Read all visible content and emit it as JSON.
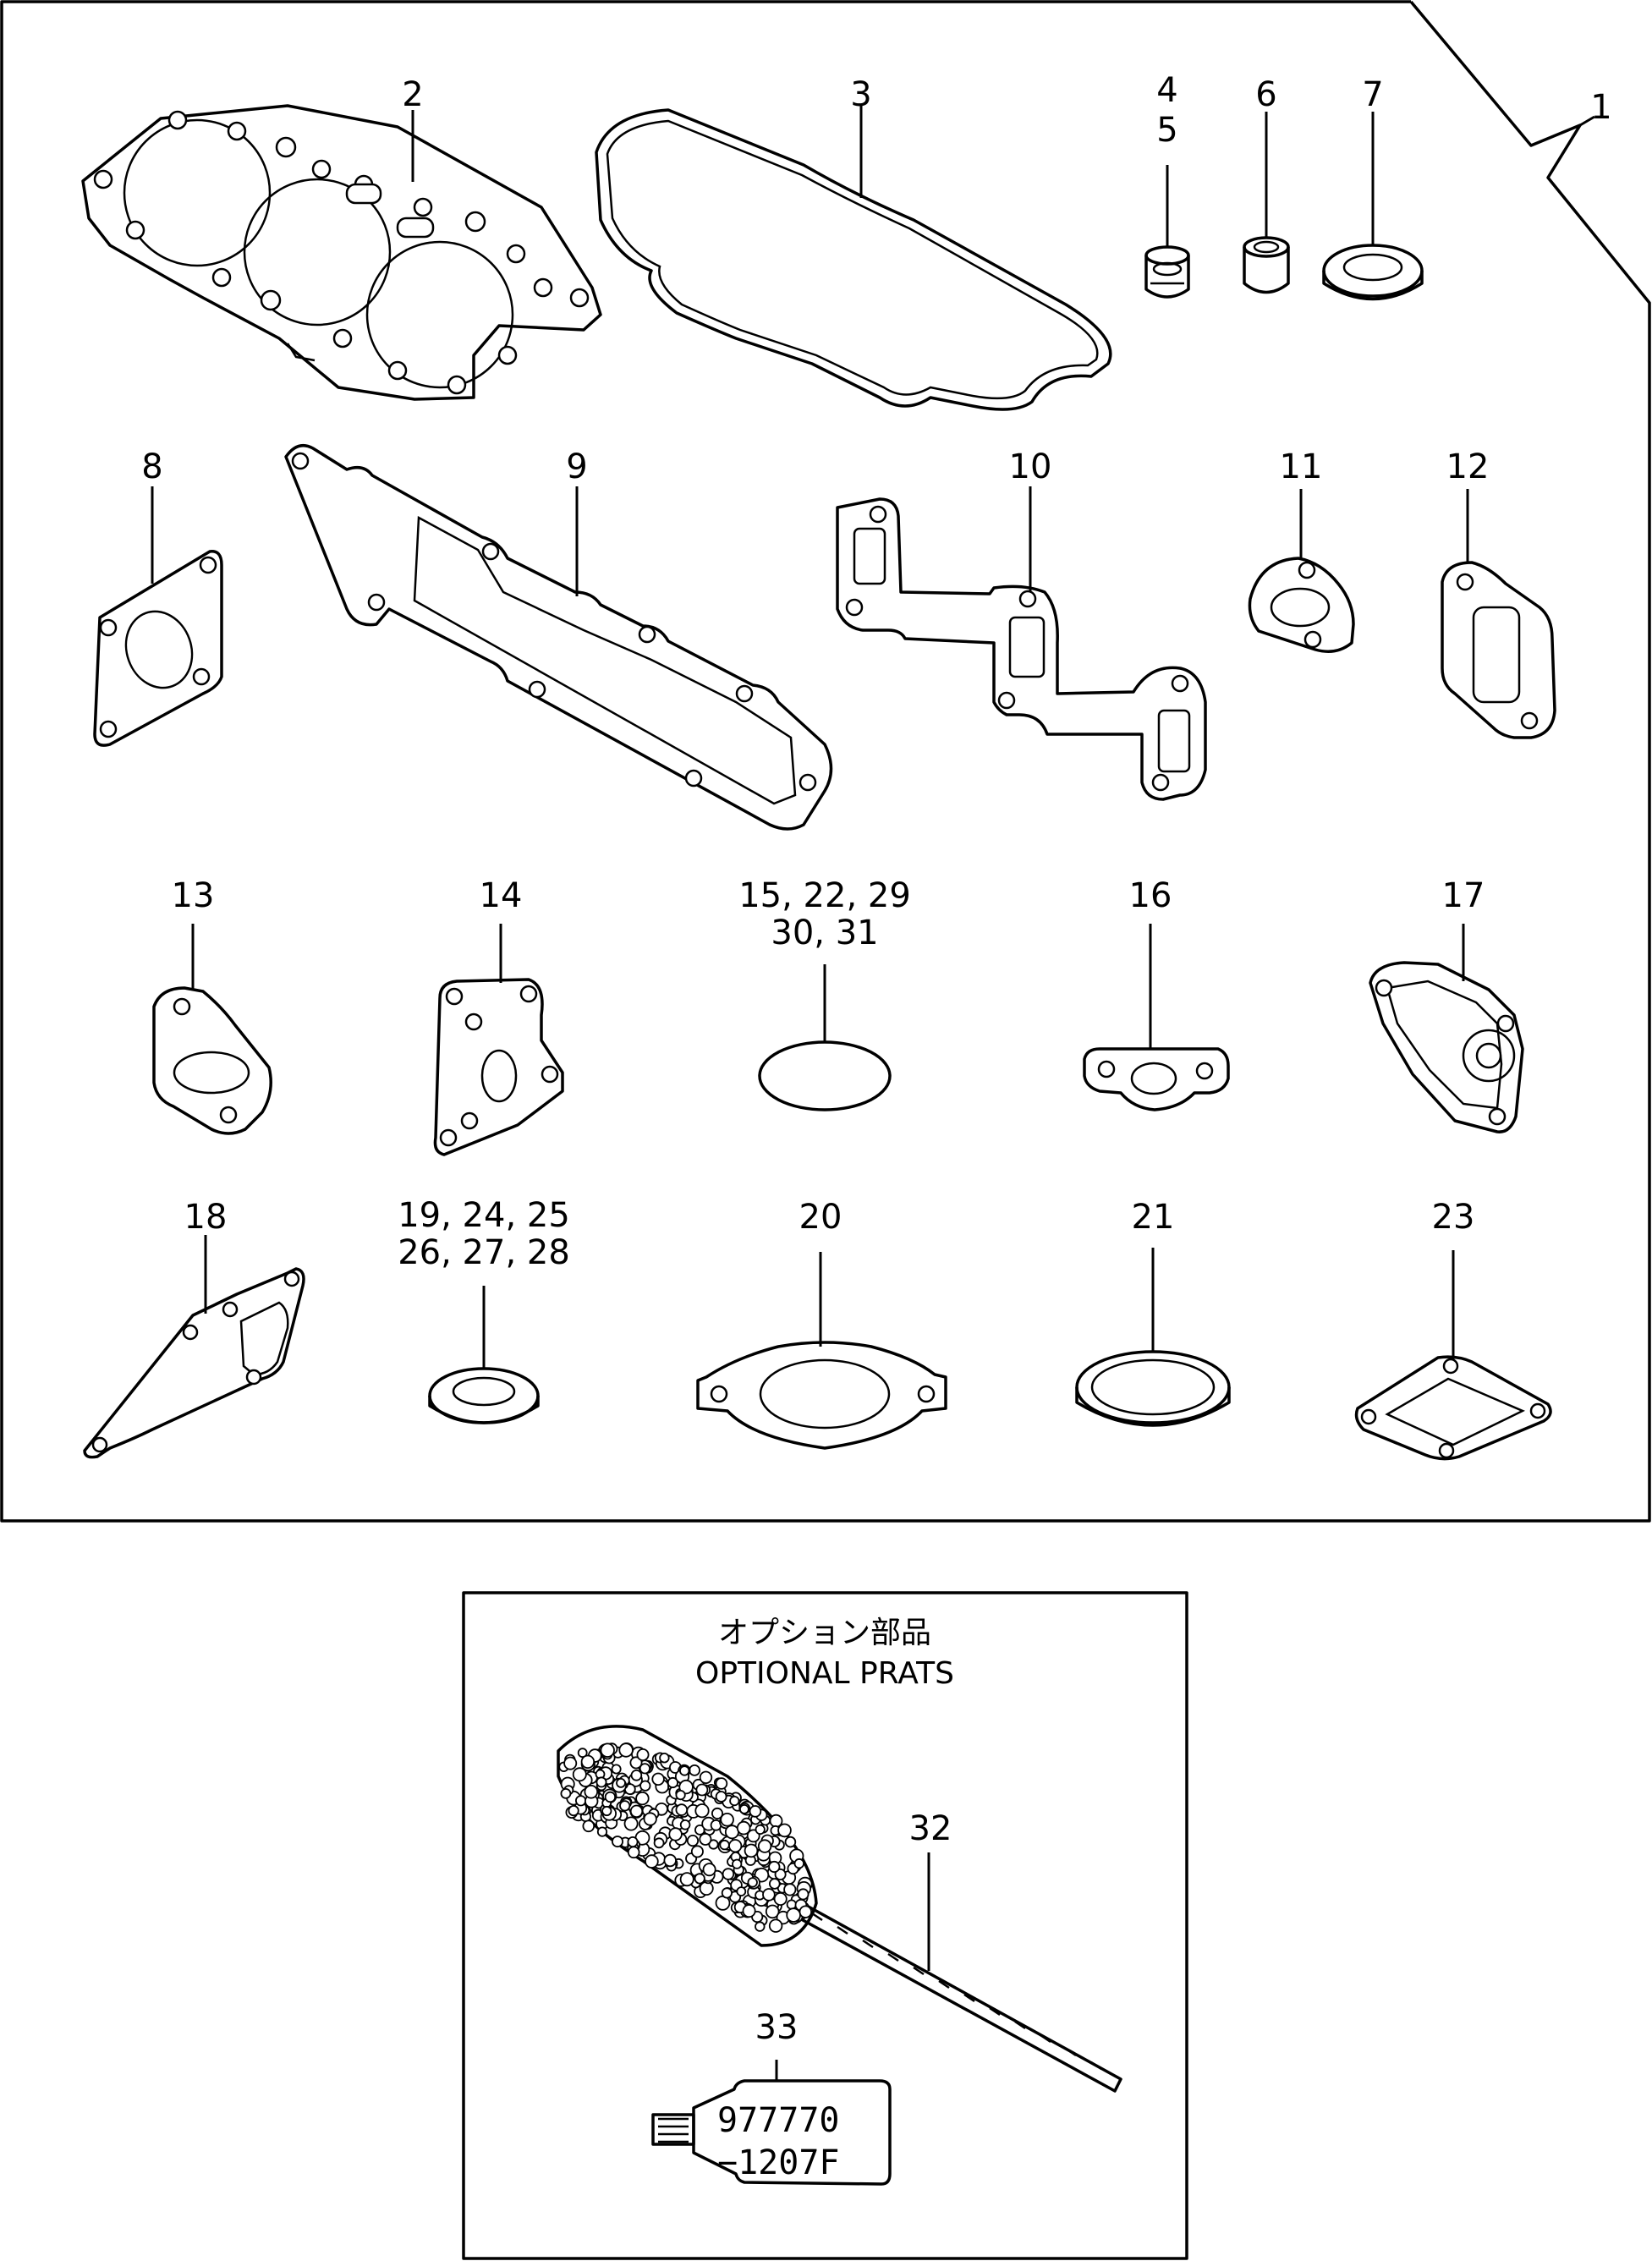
{
  "main_kit": {
    "kit_label": "1",
    "callouts": [
      {
        "key": "p2",
        "lines": [
          "2"
        ]
      },
      {
        "key": "p3",
        "lines": [
          "3"
        ]
      },
      {
        "key": "p4_5",
        "lines": [
          "4",
          "5"
        ]
      },
      {
        "key": "p6",
        "lines": [
          "6"
        ]
      },
      {
        "key": "p7",
        "lines": [
          "7"
        ]
      },
      {
        "key": "p8",
        "lines": [
          "8"
        ]
      },
      {
        "key": "p9",
        "lines": [
          "9"
        ]
      },
      {
        "key": "p10",
        "lines": [
          "10"
        ]
      },
      {
        "key": "p11",
        "lines": [
          "11"
        ]
      },
      {
        "key": "p12",
        "lines": [
          "12"
        ]
      },
      {
        "key": "p13",
        "lines": [
          "13"
        ]
      },
      {
        "key": "p14",
        "lines": [
          "14"
        ]
      },
      {
        "key": "p15",
        "lines": [
          "15, 22, 29",
          "30, 31"
        ]
      },
      {
        "key": "p16",
        "lines": [
          "16"
        ]
      },
      {
        "key": "p17",
        "lines": [
          "17"
        ]
      },
      {
        "key": "p18",
        "lines": [
          "18"
        ]
      },
      {
        "key": "p19",
        "lines": [
          "19, 24, 25",
          "26, 27, 28"
        ]
      },
      {
        "key": "p20",
        "lines": [
          "20"
        ]
      },
      {
        "key": "p21",
        "lines": [
          "21"
        ]
      },
      {
        "key": "p23",
        "lines": [
          "23"
        ]
      }
    ]
  },
  "optional_box": {
    "title_jp": "オプション部品",
    "title_en": "OPTIONAL PRATS",
    "callouts": [
      {
        "key": "p32",
        "lines": [
          "32"
        ]
      },
      {
        "key": "p33",
        "lines": [
          "33"
        ]
      }
    ],
    "tube_label_line1": "977770",
    "tube_label_line2": "−1207F"
  }
}
